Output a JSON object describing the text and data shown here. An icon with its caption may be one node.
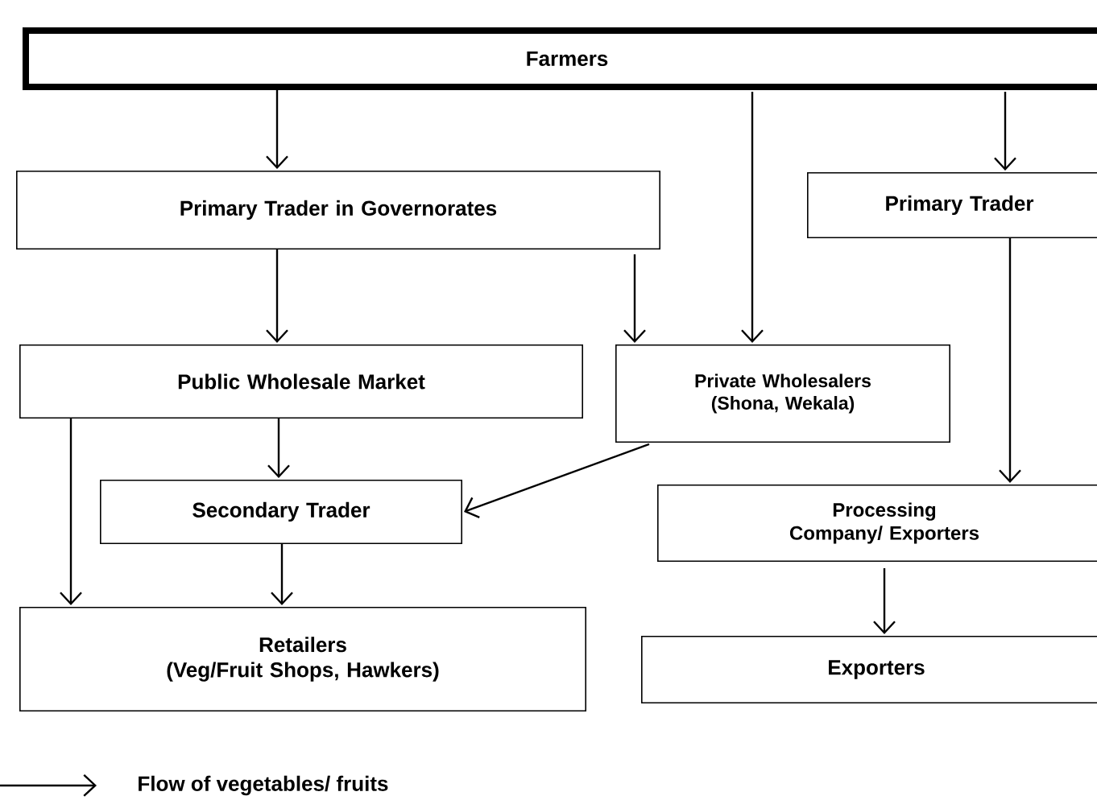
{
  "diagram": {
    "nodes": [
      {
        "text": [
          "Farmers"
        ]
      },
      {
        "text": [
          "Primary Trader in Governorates"
        ]
      },
      {
        "text": [
          "Primary Trader"
        ]
      },
      {
        "text": [
          "Public Wholesale Market"
        ]
      },
      {
        "text": [
          "Private Wholesalers",
          "(Shona, Wekala)"
        ]
      },
      {
        "text": [
          "Secondary Trader"
        ]
      },
      {
        "text": [
          "Retailers",
          "(Veg/Fruit Shops, Hawkers)"
        ]
      },
      {
        "text": [
          "Processing Company/ Exporters"
        ]
      },
      {
        "text": [
          "Exporters"
        ]
      }
    ],
    "edges": [
      {
        "from": 0,
        "to": 1,
        "arrow": "to"
      },
      {
        "from": 0,
        "to": 4,
        "arrow": "to"
      },
      {
        "from": 0,
        "to": 2,
        "arrow": "to"
      },
      {
        "from": 1,
        "to": 3,
        "arrow": "to"
      },
      {
        "from": 1,
        "to": 4,
        "arrow": "to"
      },
      {
        "from": 2,
        "to": 7,
        "arrow": "to"
      },
      {
        "from": 3,
        "to": 5,
        "arrow": "to"
      },
      {
        "from": 3,
        "to": 6,
        "arrow": "to"
      },
      {
        "from": 4,
        "to": 5,
        "arrow": "to"
      },
      {
        "from": 5,
        "to": 6,
        "arrow": "to"
      },
      {
        "from": 7,
        "to": 8,
        "arrow": "to"
      }
    ],
    "legend": [
      {
        "text": "Flow of vegetables/ fruits"
      }
    ]
  }
}
